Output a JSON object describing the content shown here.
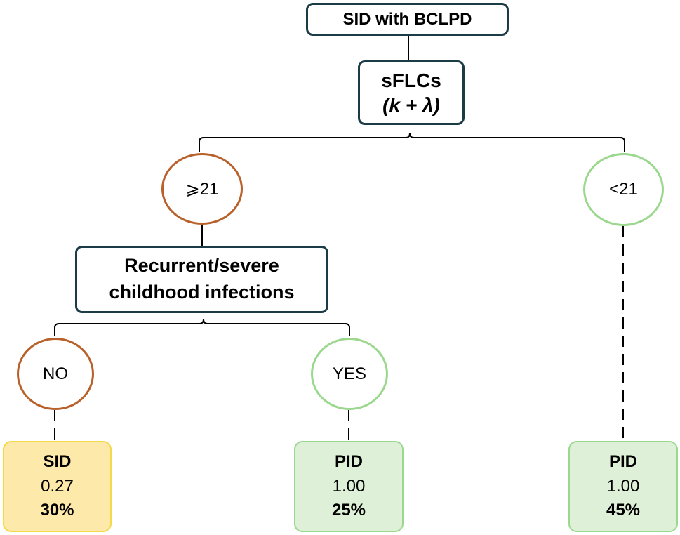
{
  "root": {
    "label": "SID with BCLPD"
  },
  "node_sflc": {
    "line1": "sFLCs",
    "line2": "(k + λ)"
  },
  "branch_high": {
    "label": "⩾21"
  },
  "branch_low": {
    "label": "<21"
  },
  "node_infections": {
    "line1": "Recurrent/severe",
    "line2": "childhood infections"
  },
  "branch_no": {
    "label": "NO"
  },
  "branch_yes": {
    "label": "YES"
  },
  "leaves": [
    {
      "title": "SID",
      "value": "0.27",
      "percent": "30%",
      "color": "#fde9a9"
    },
    {
      "title": "PID",
      "value": "1.00",
      "percent": "25%",
      "color": "#dff0d8"
    },
    {
      "title": "PID",
      "value": "1.00",
      "percent": "45%",
      "color": "#dff0d8"
    }
  ],
  "colors": {
    "box_border": "#1b3b46",
    "orange": "#b8612a",
    "green": "#9bd88e",
    "yellow_border": "#f5d94a"
  }
}
